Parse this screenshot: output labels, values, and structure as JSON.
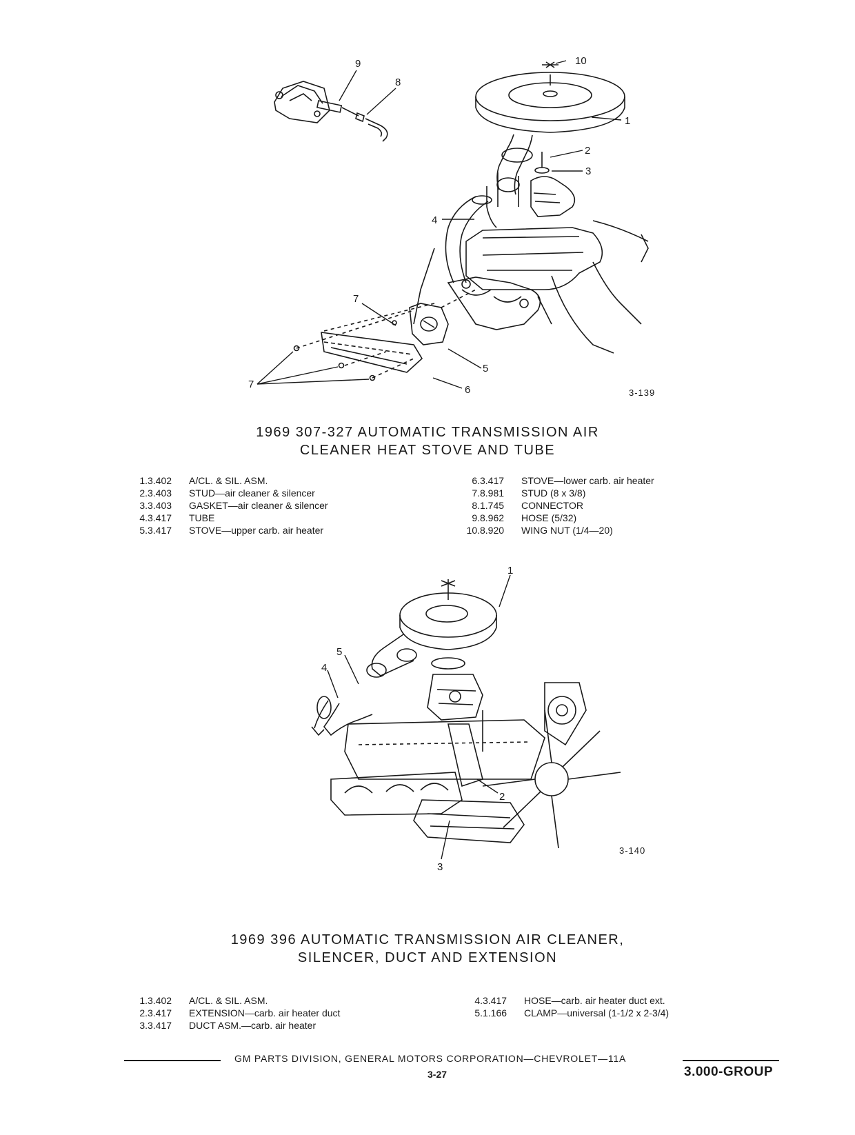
{
  "figure1": {
    "code": "3-139",
    "callouts": [
      "10",
      "1",
      "2",
      "3",
      "4",
      "7",
      "5",
      "6",
      "7",
      "9",
      "8"
    ]
  },
  "section1": {
    "title_line1": "1969 307-327 AUTOMATIC TRANSMISSION AIR",
    "title_line2": "CLEANER HEAT STOVE AND TUBE",
    "parts_left": [
      {
        "num": "1.",
        "code": "3.402",
        "desc": "A/CL. & SIL. ASM."
      },
      {
        "num": "2.",
        "code": "3.403",
        "desc": "STUD—air cleaner & silencer"
      },
      {
        "num": "3.",
        "code": "3.403",
        "desc": "GASKET—air cleaner & silencer"
      },
      {
        "num": "4.",
        "code": "3.417",
        "desc": "TUBE"
      },
      {
        "num": "5.",
        "code": "3.417",
        "desc": "STOVE—upper carb. air heater"
      }
    ],
    "parts_right": [
      {
        "num": "6.",
        "code": "3.417",
        "desc": "STOVE—lower carb. air heater"
      },
      {
        "num": "7.",
        "code": "8.981",
        "desc": "STUD (8 x 3/8)"
      },
      {
        "num": "8.",
        "code": "1.745",
        "desc": "CONNECTOR"
      },
      {
        "num": "9.",
        "code": "8.962",
        "desc": "HOSE (5/32)"
      },
      {
        "num": "10.",
        "code": "8.920",
        "desc": "WING NUT (1/4—20)"
      }
    ]
  },
  "figure2": {
    "code": "3-140",
    "callouts": [
      "1",
      "5",
      "4",
      "2",
      "3"
    ]
  },
  "section2": {
    "title_line1": "1969 396 AUTOMATIC TRANSMISSION AIR CLEANER,",
    "title_line2": "SILENCER, DUCT AND EXTENSION",
    "parts_left": [
      {
        "num": "1.",
        "code": "3.402",
        "desc": "A/CL. & SIL. ASM."
      },
      {
        "num": "2.",
        "code": "3.417",
        "desc": "EXTENSION—carb. air heater duct"
      },
      {
        "num": "3.",
        "code": "3.417",
        "desc": "DUCT ASM.—carb. air heater"
      }
    ],
    "parts_right": [
      {
        "num": "4.",
        "code": "3.417",
        "desc": "HOSE—carb. air heater duct ext."
      },
      {
        "num": "5.",
        "code": "1.166",
        "desc": "CLAMP—universal (1-1/2 x 2-3/4)"
      }
    ]
  },
  "footer": {
    "text": "GM PARTS DIVISION, GENERAL MOTORS CORPORATION—CHEVROLET—11A",
    "page": "3-27",
    "group": "3.000-GROUP"
  }
}
